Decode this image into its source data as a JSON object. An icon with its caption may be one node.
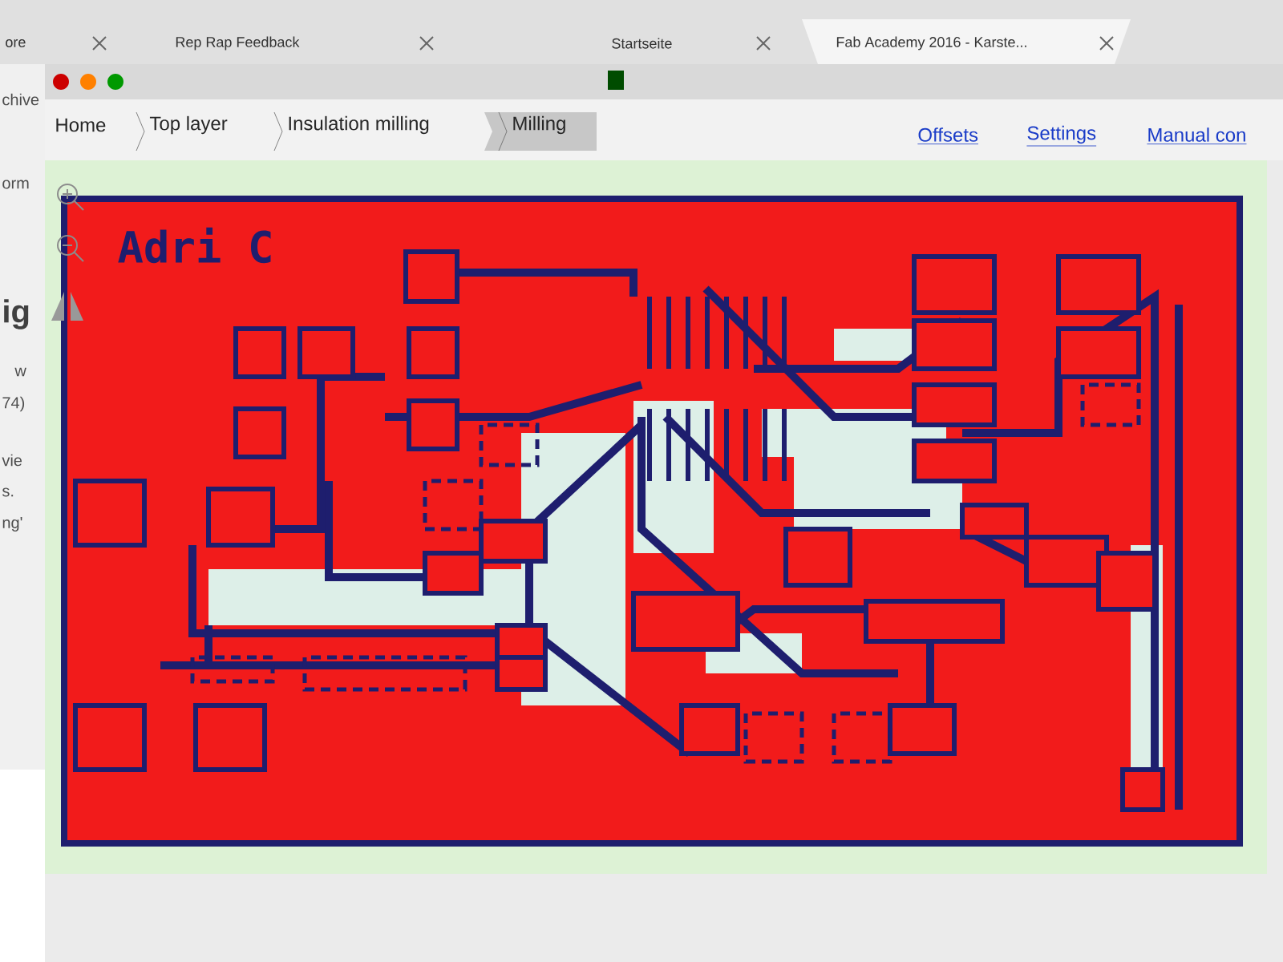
{
  "diagram": {
    "labels": [
      "ore",
      "Rep Rap Feedback",
      "Startseite",
      "Fab Academy 2016 - Karste...",
      "chive",
      "Home",
      "Top layer",
      "Insulation milling",
      "Milling",
      "Offsets",
      "Settings",
      "Manual con",
      "orm",
      "ig",
      "w",
      "74)",
      "vie",
      "s.",
      "ng'",
      "Adri C"
    ]
  }
}
